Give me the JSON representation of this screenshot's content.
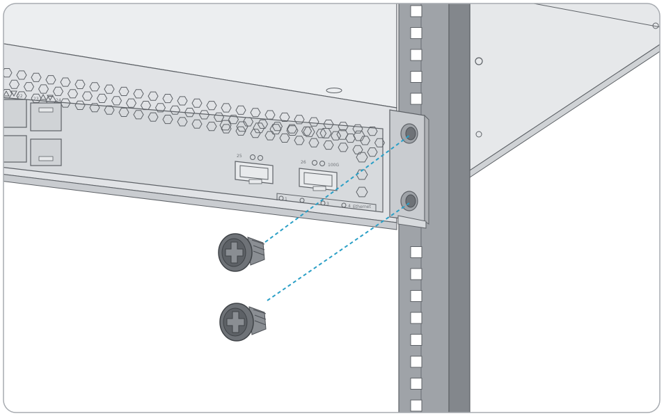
{
  "colors": {
    "frame_border": "#a7abb0",
    "device_body": "#e1e3e6",
    "device_top": "#eceef0",
    "device_panel": "#d7dadd",
    "outline": "#5d6166",
    "rail_face": "#9fa3a8",
    "rail_side": "#83878c",
    "shelf": "#e6e8ea",
    "guide_line": "#2a9fc6",
    "screw": "#6e7277"
  },
  "labels": {
    "port_22": "22",
    "port_23": "23",
    "port_24": "24",
    "port_25": "25",
    "port_26": "26",
    "speed": "100G",
    "led_1": "1",
    "led_3": "3",
    "led_4": "4",
    "led_ethernet": "Ethernet"
  },
  "icons": {
    "screw_upper": "phillips-screw-icon",
    "screw_lower": "phillips-screw-icon"
  }
}
